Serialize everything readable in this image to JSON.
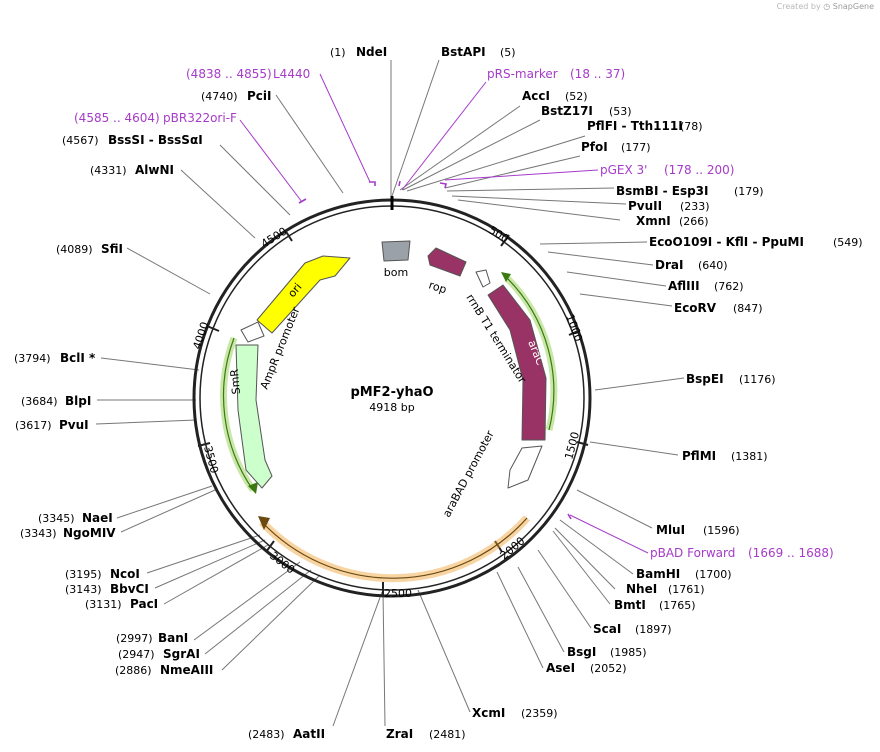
{
  "credit": {
    "prefix": "Created by",
    "brand": "SnapGene"
  },
  "plasmid": {
    "name": "pMF2-yhaO",
    "size_label": "4918 bp",
    "length": 4918
  },
  "ticks": [
    "500",
    "1000",
    "1500",
    "2000",
    "2500",
    "3000",
    "3500",
    "4000",
    "4500"
  ],
  "sites": [
    {
      "name": "NdeI",
      "pos": "(1)"
    },
    {
      "name": "BstAPI",
      "pos": "(5)"
    },
    {
      "name": "AccI",
      "pos": "(52)"
    },
    {
      "name": "BstZ17I",
      "pos": "(53)"
    },
    {
      "name": "PflFI - Tth111I",
      "pos": "(78)"
    },
    {
      "name": "PfoI",
      "pos": "(177)"
    },
    {
      "name": "BsmBI - Esp3I",
      "pos": "(179)"
    },
    {
      "name": "PvuII",
      "pos": "(233)"
    },
    {
      "name": "XmnI",
      "pos": "(266)"
    },
    {
      "name": "EcoO109I - KflI - PpuMI",
      "pos": "(549)"
    },
    {
      "name": "DraI",
      "pos": "(640)"
    },
    {
      "name": "AflIII",
      "pos": "(762)"
    },
    {
      "name": "EcoRV",
      "pos": "(847)"
    },
    {
      "name": "BspEI",
      "pos": "(1176)"
    },
    {
      "name": "PflMI",
      "pos": "(1381)"
    },
    {
      "name": "MluI",
      "pos": "(1596)"
    },
    {
      "name": "BamHI",
      "pos": "(1700)"
    },
    {
      "name": "NheI",
      "pos": "(1761)"
    },
    {
      "name": "BmtI",
      "pos": "(1765)"
    },
    {
      "name": "ScaI",
      "pos": "(1897)"
    },
    {
      "name": "BsgI",
      "pos": "(1985)"
    },
    {
      "name": "AseI",
      "pos": "(2052)"
    },
    {
      "name": "XcmI",
      "pos": "(2359)"
    },
    {
      "name": "ZraI",
      "pos": "(2481)"
    },
    {
      "name": "AatII",
      "pos": "(2483)"
    },
    {
      "name": "NmeAIII",
      "pos": "(2886)"
    },
    {
      "name": "SgrAI",
      "pos": "(2947)"
    },
    {
      "name": "BanI",
      "pos": "(2997)"
    },
    {
      "name": "PacI",
      "pos": "(3131)"
    },
    {
      "name": "BbvCI",
      "pos": "(3143)"
    },
    {
      "name": "NcoI",
      "pos": "(3195)"
    },
    {
      "name": "NgoMIV",
      "pos": "(3343)"
    },
    {
      "name": "NaeI",
      "pos": "(3345)"
    },
    {
      "name": "PvuI",
      "pos": "(3617)"
    },
    {
      "name": "BlpI",
      "pos": "(3684)"
    },
    {
      "name": "BclI *",
      "pos": "(3794)"
    },
    {
      "name": "SfiI",
      "pos": "(4089)"
    },
    {
      "name": "AlwNI",
      "pos": "(4331)"
    },
    {
      "name": "BssSI - BssSαI",
      "pos": "(4567)"
    },
    {
      "name": "PciI",
      "pos": "(4740)"
    }
  ],
  "primers": [
    {
      "name": "L4440",
      "range": "(4838 .. 4855)"
    },
    {
      "name": "pRS-marker",
      "range": "(18 .. 37)"
    },
    {
      "name": "pGEX 3'",
      "range": "(178 .. 200)"
    },
    {
      "name": "pBR322ori-F",
      "range": "(4585 .. 4604)"
    },
    {
      "name": "pBAD Forward",
      "range": "(1669 .. 1688)"
    }
  ],
  "features": [
    {
      "name": "bom",
      "color": "#9aa1a8"
    },
    {
      "name": "rop",
      "color": "#993366"
    },
    {
      "name": "rrnB T1 terminator",
      "color": "#ffffff"
    },
    {
      "name": "araC",
      "color": "#993366"
    },
    {
      "name": "araBAD promoter",
      "color": "#ffffff"
    },
    {
      "name": "ori",
      "color": "#ffff00"
    },
    {
      "name": "AmpR promoter",
      "color": "#ffffff"
    },
    {
      "name": "SmR",
      "color": "#ccffcc"
    }
  ],
  "colors": {
    "primer": "#a63bc9",
    "orf_green": "#77b322",
    "orf_orange": "#f0a030",
    "backbone": "#222222"
  }
}
